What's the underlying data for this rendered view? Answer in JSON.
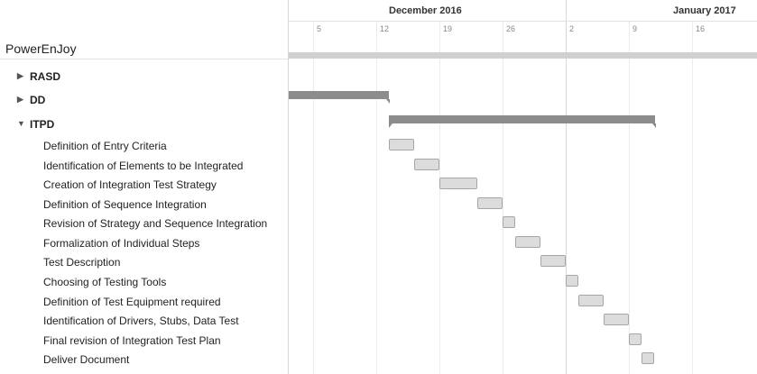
{
  "project": {
    "name": "PowerEnJoy"
  },
  "groups": [
    {
      "label": "RASD",
      "expanded": false,
      "icon": "triangle-right-icon"
    },
    {
      "label": "DD",
      "expanded": false,
      "icon": "triangle-right-icon"
    },
    {
      "label": "ITPD",
      "expanded": true,
      "icon": "triangle-down-icon"
    }
  ],
  "tasks": [
    "Definition of Entry Criteria",
    "Identification of Elements to be Integrated",
    "Creation of Integration Test Strategy",
    "Definition of Sequence Integration",
    "Revision of Strategy and Sequence Integration",
    "Formalization of Individual Steps",
    "Test Description",
    "Choosing of Testing Tools",
    "Definition of Test Equipment required",
    "Identification of Drivers, Stubs, Data Test",
    "Final revision of Integration Test Plan",
    "Deliver Document"
  ],
  "timeline": {
    "months": [
      "December 2016",
      "January 2017"
    ],
    "ticks": [
      "5",
      "12",
      "19",
      "26",
      "2",
      "9",
      "16"
    ]
  },
  "colors": {
    "summary_bar": "#8c8c8c",
    "task_bar": "#dcdcdc",
    "project_bar": "#d0d0d0"
  }
}
